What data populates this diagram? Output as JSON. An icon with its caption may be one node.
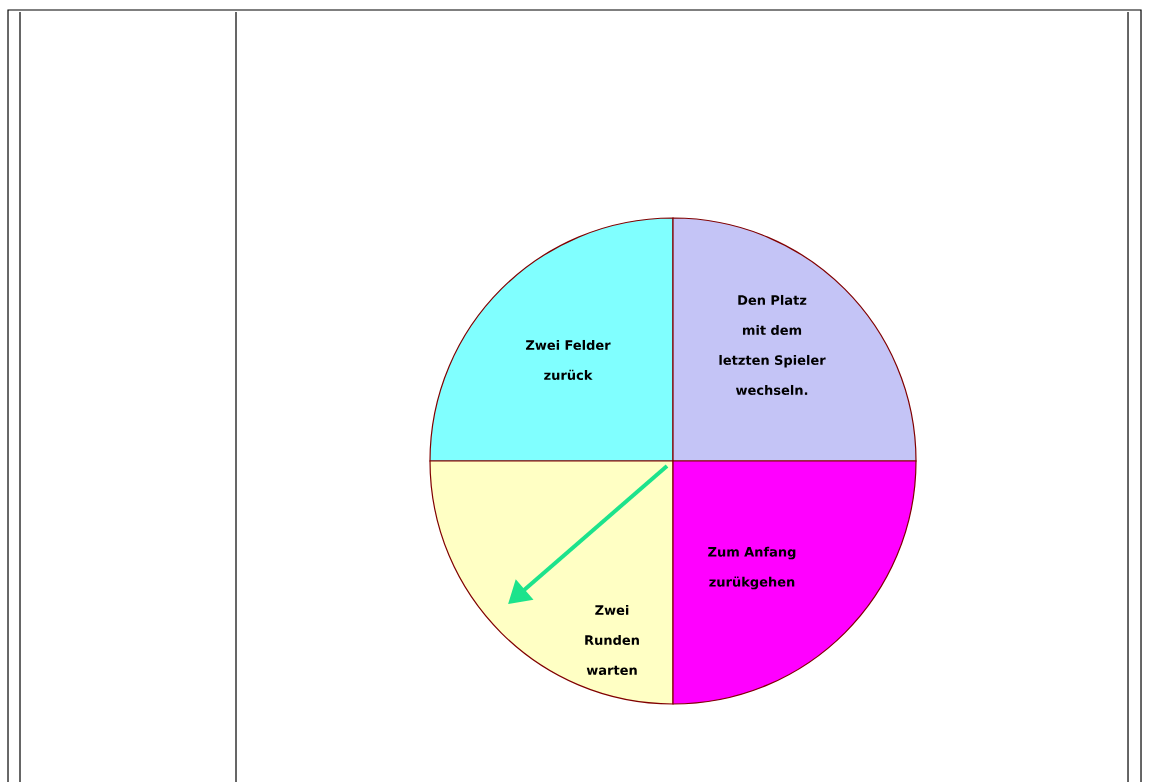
{
  "diagram": {
    "nodes": [
      {
        "text": [
          "Zwei Felder zurück"
        ]
      },
      {
        "text": [
          "Den Platz mit dem letzten Spieler wechseln."
        ]
      },
      {
        "text": [
          "Zwei Runden warten"
        ]
      },
      {
        "text": [
          "Zum Anfang zurükgehen"
        ]
      }
    ]
  }
}
